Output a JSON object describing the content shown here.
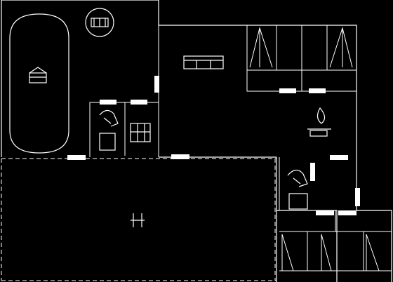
{
  "plan": {
    "background": "#000000",
    "line_color": "#ffffff",
    "door_color": "#ffffff",
    "rooms": [
      {
        "id": "pool-terrace",
        "icon": "pool-icon"
      },
      {
        "id": "living-room",
        "icon": "sofa-icon"
      },
      {
        "id": "wardrobe-row-north",
        "icon": "closet-icon"
      },
      {
        "id": "bathroom-west",
        "icon": "toilet-icon"
      },
      {
        "id": "laundry",
        "icon": "appliance-icon"
      },
      {
        "id": "kitchen",
        "icon": "fireplace-icon"
      },
      {
        "id": "garage-yard",
        "icon": "table-icon"
      },
      {
        "id": "bathroom-east",
        "icon": "toilet-icon"
      },
      {
        "id": "wardrobe-row-south",
        "icon": "closet-icon"
      }
    ],
    "fixtures": [
      "hot-tub-icon",
      "pool-bench-icon"
    ]
  }
}
